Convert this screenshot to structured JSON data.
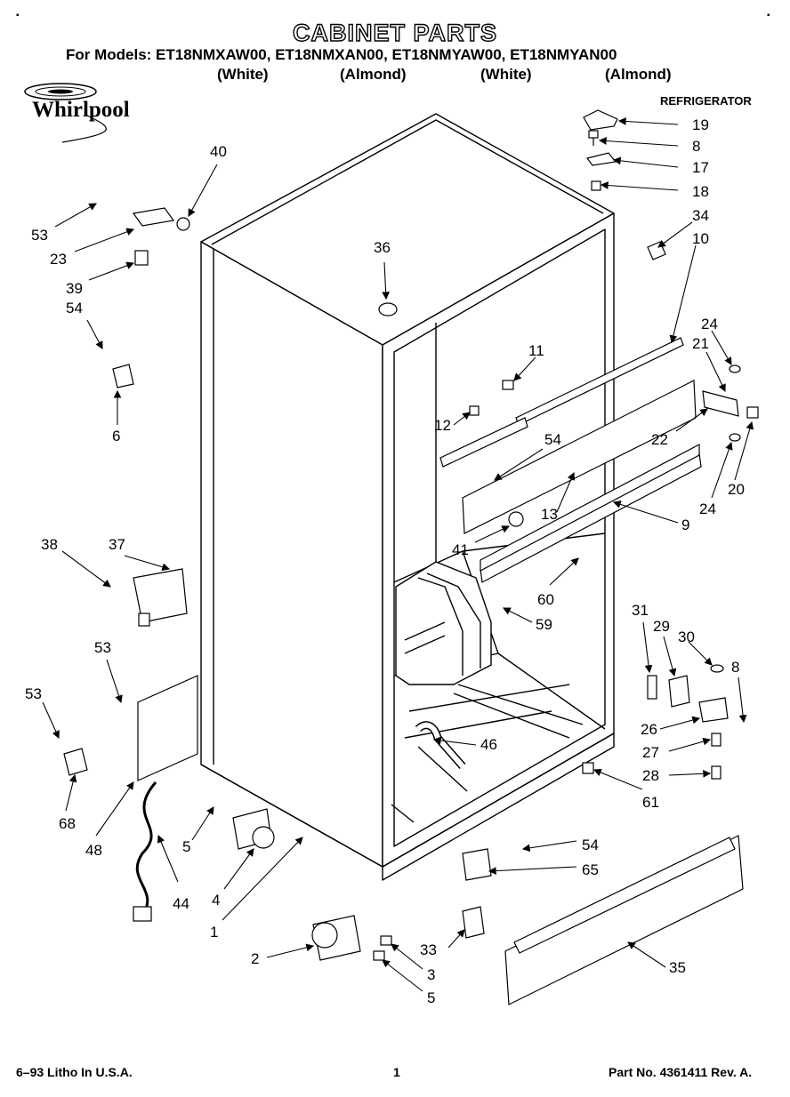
{
  "header": {
    "title": "CABINET PARTS",
    "models_line": "For Models: ET18NMXAW00, ET18NMXAN00, ET18NMYAW00, ET18NMYAN00",
    "colors": [
      "(White)",
      "(Almond)",
      "(White)",
      "(Almond)"
    ],
    "brand": "Whirlpool",
    "product": "REFRIGERATOR"
  },
  "callouts": [
    "19",
    "8",
    "17",
    "18",
    "34",
    "10",
    "24",
    "21",
    "22",
    "24",
    "20",
    "40",
    "53",
    "23",
    "39",
    "54",
    "6",
    "36",
    "11",
    "12",
    "54",
    "13",
    "9",
    "41",
    "60",
    "59",
    "38",
    "37",
    "53",
    "53",
    "68",
    "48",
    "44",
    "5",
    "4",
    "1",
    "46",
    "31",
    "29",
    "30",
    "8",
    "26",
    "27",
    "28",
    "61",
    "54",
    "65",
    "33",
    "35",
    "2",
    "3",
    "5"
  ],
  "footer": {
    "left": "6–93 Litho In U.S.A.",
    "page": "1",
    "right": "Part No. 4361411  Rev. A."
  }
}
